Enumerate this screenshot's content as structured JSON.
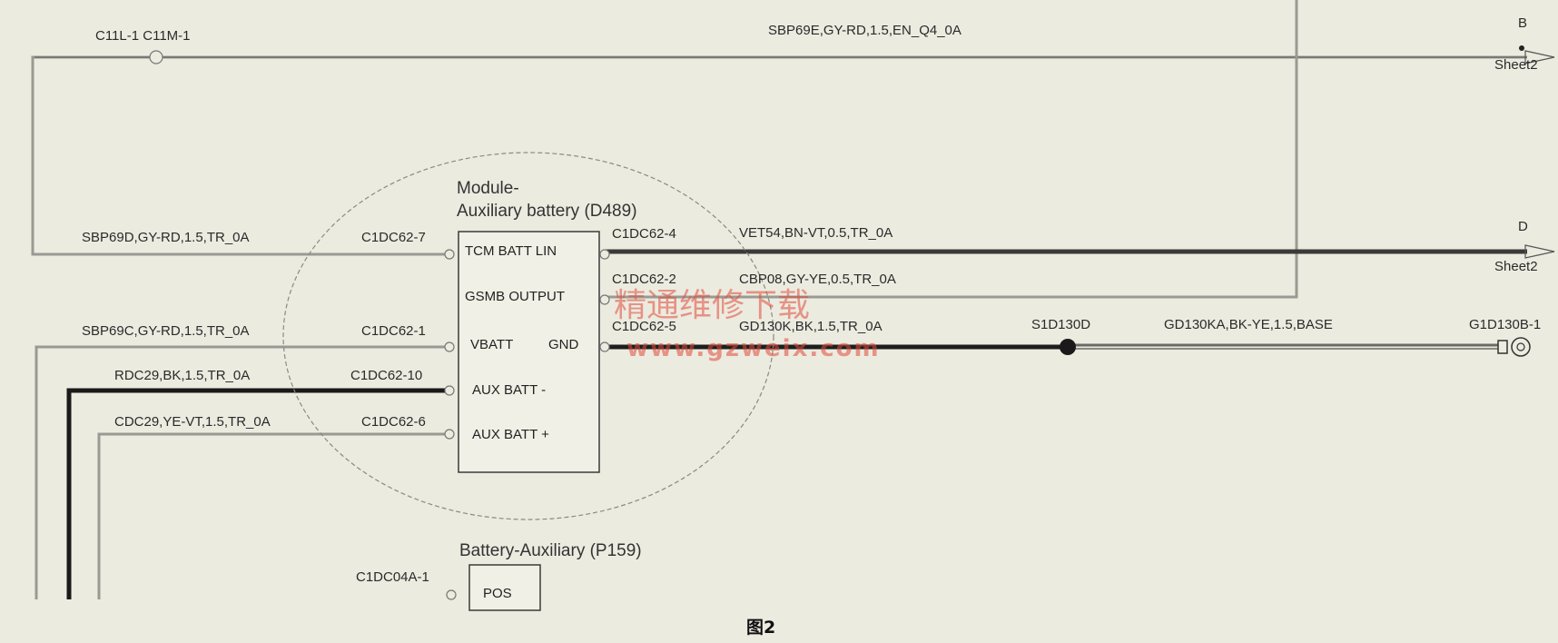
{
  "figure": {
    "caption": "图2",
    "watermark": {
      "text": "精通维修下载",
      "url": "www.gzweix.com",
      "color": "#e04a3a"
    }
  },
  "module": {
    "title_line1": "Module-",
    "title_line2": "Auxiliary battery (D489)",
    "pins_left": [
      "TCM BATT LIN",
      "GSMB OUTPUT",
      "VBATT",
      "AUX BATT -",
      "AUX BATT +"
    ],
    "pin_gnd": "GND"
  },
  "battery": {
    "title": "Battery-Auxiliary (P159)",
    "pin": "POS",
    "connector": "C1DC04A-1"
  },
  "connectors": {
    "c11": "C11L-1 C11M-1",
    "c7": "C1DC62-7",
    "c4": "C1DC62-4",
    "c2": "C1DC62-2",
    "c1": "C1DC62-1",
    "c5": "C1DC62-5",
    "c10": "C1DC62-10",
    "c6": "C1DC62-6",
    "splice": "S1D130D",
    "ground": "G1D130B-1"
  },
  "wires": {
    "top": "SBP69E,GY-RD,1.5,EN_Q4_0A",
    "w69d": "SBP69D,GY-RD,1.5,TR_0A",
    "vet54": "VET54,BN-VT,0.5,TR_0A",
    "cbp08": "CBP08,GY-YE,0.5,TR_0A",
    "w69c": "SBP69C,GY-RD,1.5,TR_0A",
    "gd130k": "GD130K,BK,1.5,TR_0A",
    "gd130ka": "GD130KA,BK-YE,1.5,BASE",
    "rdc29": "RDC29,BK,1.5,TR_0A",
    "cdc29": "CDC29,YE-VT,1.5,TR_0A"
  },
  "offpage": {
    "b_letter": "B",
    "b_sheet": "Sheet2",
    "d_letter": "D",
    "d_sheet": "Sheet2"
  }
}
